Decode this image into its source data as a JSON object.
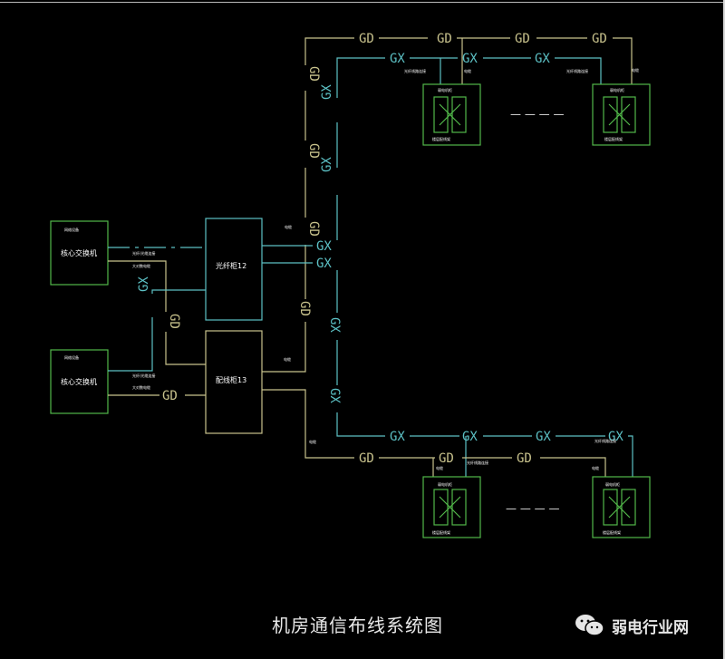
{
  "diagram": {
    "caption": "机房通信布线系统图",
    "brand": {
      "icon": "wechat-icon",
      "name": "弱电行业网"
    },
    "colors": {
      "gd": "#c8c28c",
      "gx": "#5cc0c4",
      "cabinet": "#52b84a",
      "background": "#000000",
      "text": "#ffffff"
    },
    "labels": {
      "gd": "GD",
      "gx": "GX"
    },
    "core": [
      {
        "id": "fiber-cabinet",
        "label": "光纤柜12"
      },
      {
        "id": "wiring-cabinet",
        "label": "配线柜13"
      }
    ],
    "left_devices": [
      {
        "id": "switch-top",
        "title": "网络设备",
        "label": "核心交换机",
        "note1": "光纤/光缆连接",
        "note2": "大对数电缆"
      },
      {
        "id": "switch-bottom",
        "title": "网络设备",
        "label": "核心交换机",
        "note1": "光纤/光缆连接",
        "note2": "大对数电缆"
      }
    ],
    "remote_cabinets": [
      {
        "id": "cab-top-1",
        "title": "弱电机柜",
        "footer": "楼层配线架",
        "fiber_note": "光纤线路连接",
        "copper_note": "电缆"
      },
      {
        "id": "cab-top-2",
        "title": "弱电机柜",
        "footer": "楼层配线架",
        "fiber_note": "光纤线路连接",
        "copper_note": "电缆"
      },
      {
        "id": "cab-bottom-1",
        "title": "弱电机柜",
        "footer": "楼层配线架",
        "fiber_note": "光纤线路连接",
        "copper_note": "电缆"
      },
      {
        "id": "cab-bottom-2",
        "title": "弱电机柜",
        "footer": "楼层配线架",
        "fiber_note": "光纤线路连接",
        "copper_note": "电缆"
      }
    ],
    "misc_notes": [
      "电缆",
      "电缆",
      "电缆"
    ],
    "ellipsis": "— — — —"
  }
}
